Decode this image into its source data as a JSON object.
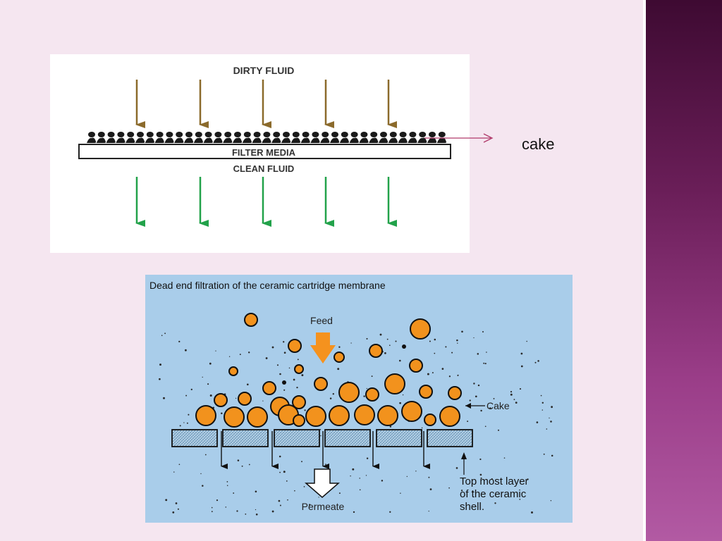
{
  "slide": {
    "accent_color": "#9a3d88",
    "background_color": "#f5e6f0",
    "callout_label": "cake"
  },
  "diagram_top": {
    "label_top": "DIRTY FLUID",
    "label_media": "FILTER MEDIA",
    "label_bottom": "CLEAN FLUID",
    "dirty_arrow_color": "#8b6a2b",
    "clean_arrow_color": "#22a24a",
    "arrow_count": 5
  },
  "diagram_bottom": {
    "title": "Dead end filtration of the ceramic cartridge membrane",
    "label_feed": "Feed",
    "label_cake": "Cake",
    "label_permeate": "Permeate",
    "label_layer_line1": "Top most layer",
    "label_layer_line2": "of the ceramic",
    "label_layer_line3": "shell.",
    "background_color": "#a9cdea",
    "particle_color": "#f2921d",
    "feed_arrow_color": "#f5921e"
  }
}
